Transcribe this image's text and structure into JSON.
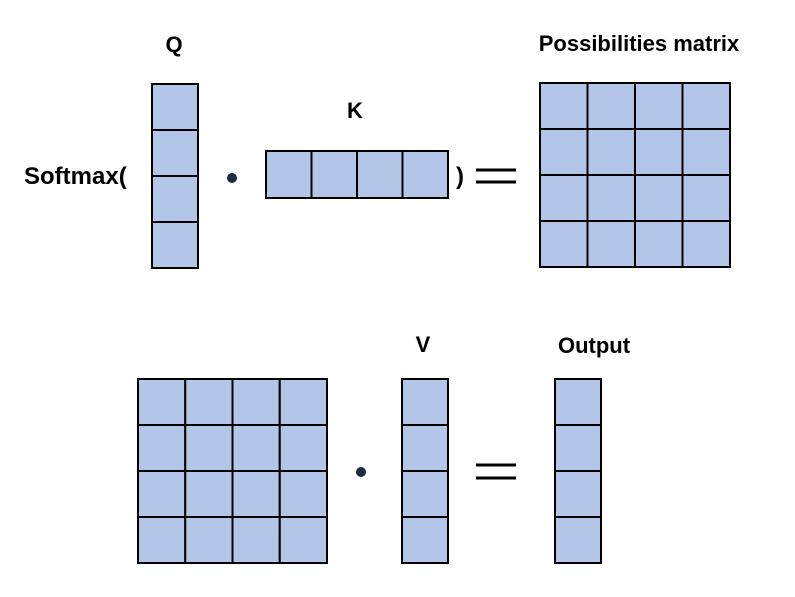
{
  "labels": {
    "q": "Q",
    "k": "K",
    "v": "V",
    "probabilities": "Possibilities matrix",
    "output": "Output",
    "softmax_open": "Softmax(",
    "paren_close": ")"
  },
  "matrices": {
    "q": {
      "rows": 4,
      "cols": 1
    },
    "k": {
      "rows": 1,
      "cols": 4
    },
    "probabilities": {
      "rows": 4,
      "cols": 4
    },
    "probabilities_copy": {
      "rows": 4,
      "cols": 4
    },
    "v": {
      "rows": 4,
      "cols": 1
    },
    "output": {
      "rows": 4,
      "cols": 1
    }
  },
  "colors": {
    "cell_fill": "#b4c6e7",
    "stroke": "#000000",
    "operator": "#1f2a44"
  }
}
